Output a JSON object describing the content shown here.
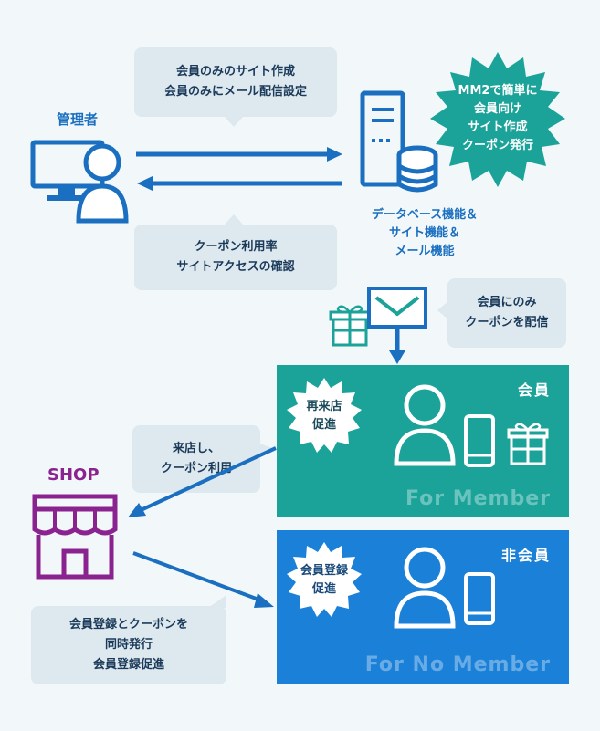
{
  "admin": {
    "label": "管理者"
  },
  "bubble_top": {
    "line1": "会員のみのサイト作成",
    "line2": "会員のみにメール配信設定"
  },
  "bubble_coupon_check": {
    "line1": "クーポン利用率",
    "line2": "サイトアクセスの確認"
  },
  "starburst": {
    "line1": "MM2で簡単に",
    "line2": "会員向け",
    "line3": "サイト作成",
    "line4": "クーポン発行"
  },
  "server": {
    "line1": "データベース機能＆",
    "line2": "サイト機能＆",
    "line3": "メール機能"
  },
  "bubble_member_only": {
    "line1": "会員にのみ",
    "line2": "クーポンを配信"
  },
  "member_panel": {
    "title": "会員",
    "watermark": "For Member",
    "burst_line1": "再来店",
    "burst_line2": "促進"
  },
  "non_member_panel": {
    "title": "非会員",
    "watermark": "For No Member",
    "burst_line1": "会員登録",
    "burst_line2": "促進"
  },
  "bubble_visit": {
    "line1": "来店し、",
    "line2": "クーポン利用"
  },
  "shop": {
    "label": "SHOP"
  },
  "bubble_register": {
    "line1": "会員登録とクーポンを",
    "line2": "同時発行",
    "line3": "会員登録促進"
  },
  "colors": {
    "blue": "#1a6fc0",
    "teal": "#1ba39a",
    "member_blue": "#1a80d8",
    "shop_purple": "#8a2390",
    "bubble": "#dde9ee"
  }
}
